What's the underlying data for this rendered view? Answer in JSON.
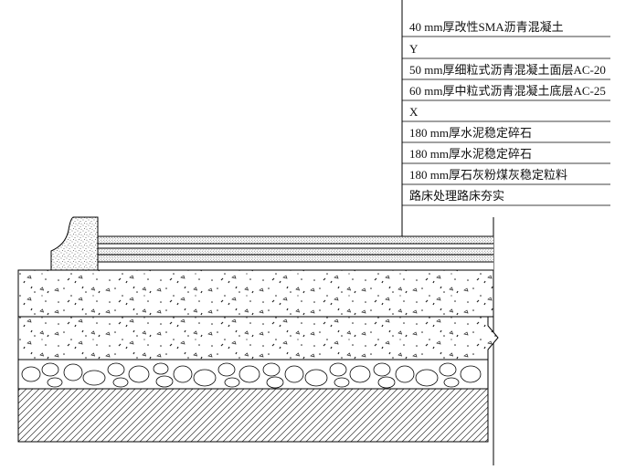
{
  "legend_labels": [
    "40 mm厚改性SMA沥青混凝土",
    "Y",
    "50 mm厚细粒式沥青混凝土面层AC-20",
    "60 mm厚中粒式沥青混凝土底层AC-25",
    "X",
    "180 mm厚水泥稳定碎石",
    "180 mm厚水泥稳定碎石",
    "180 mm厚石灰粉煤灰稳定粒料",
    "路床处理路床夯实"
  ]
}
